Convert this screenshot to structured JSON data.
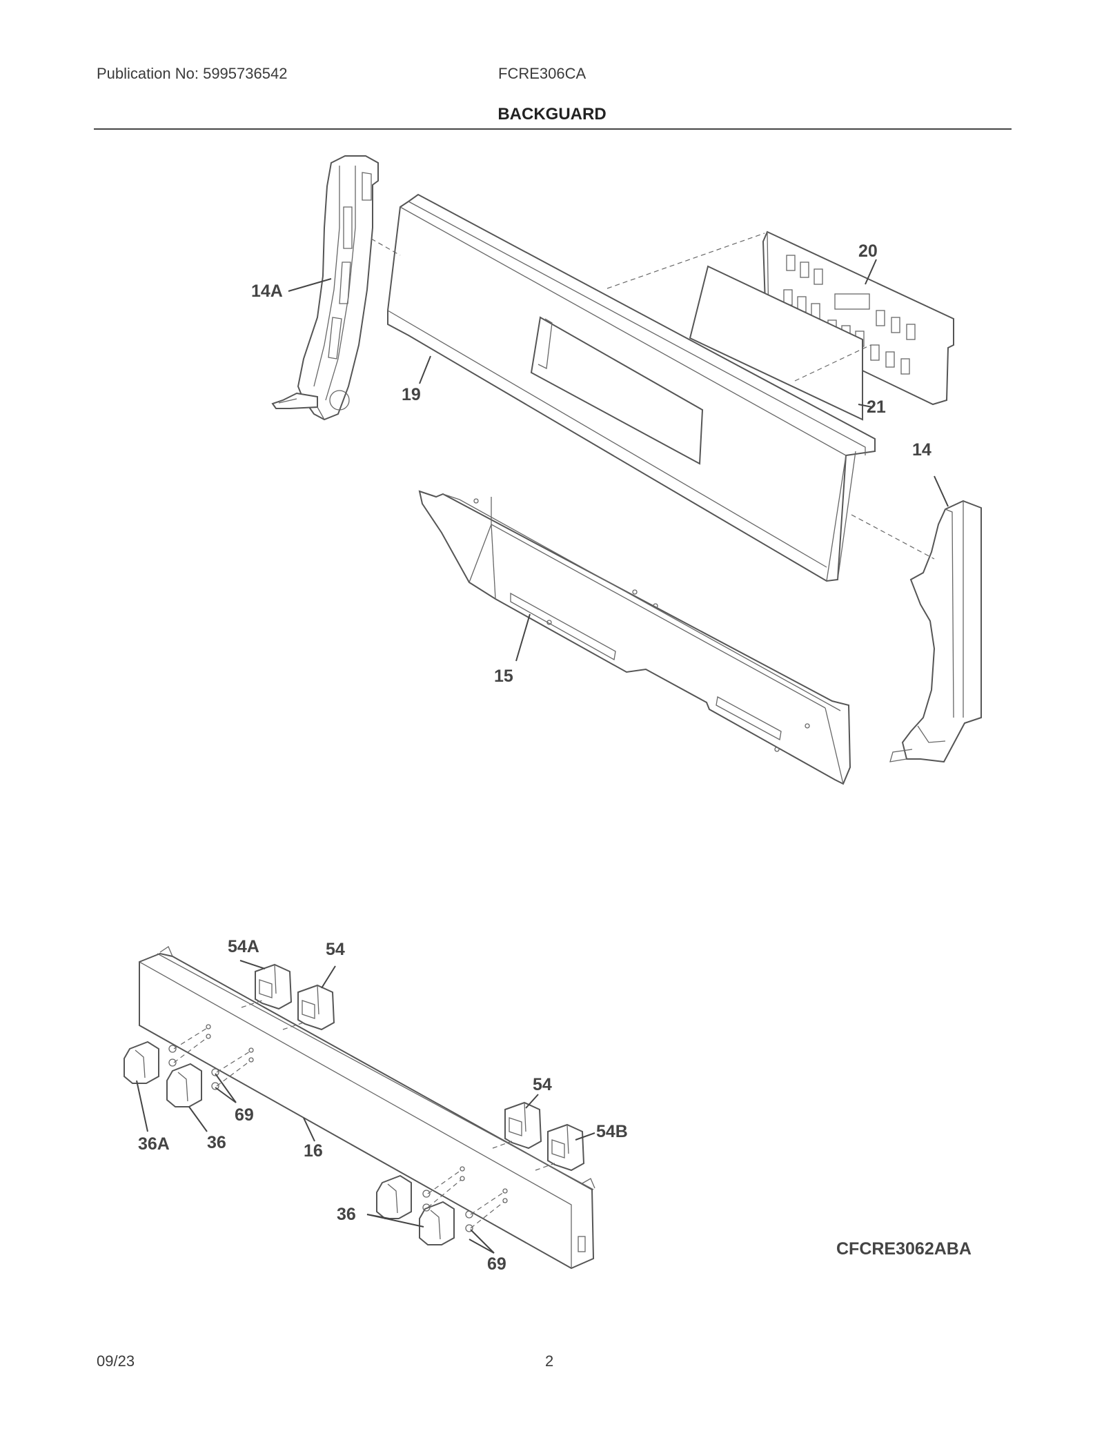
{
  "header": {
    "publication": "Publication No: 5995736542",
    "model": "FCRE306CA",
    "title": "BACKGUARD"
  },
  "callouts": {
    "c14A": "14A",
    "c19": "19",
    "c20": "20",
    "c21": "21",
    "c14": "14",
    "c15": "15",
    "c54A": "54A",
    "c54_top": "54",
    "c54_mid": "54",
    "c54B": "54B",
    "c69_left": "69",
    "c69_right": "69",
    "c36A": "36A",
    "c36_left": "36",
    "c36_bottom": "36",
    "c16": "16"
  },
  "diagram_code": "CFCRE3062ABA",
  "footer": {
    "date": "09/23",
    "page": "2"
  }
}
